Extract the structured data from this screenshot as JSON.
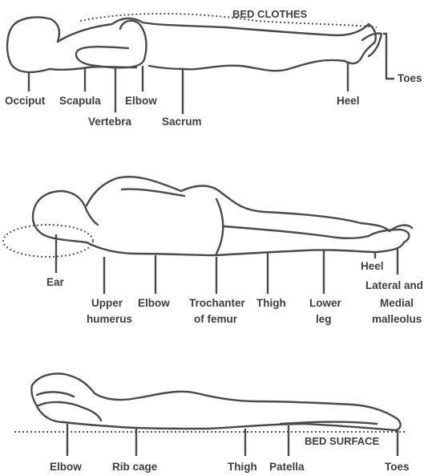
{
  "supine": {
    "caption": "BED CLOTHES",
    "labels": {
      "occiput": "Occiput",
      "scapula": "Scapula",
      "vertebra": "Vertebra",
      "elbow": "Elbow",
      "sacrum": "Sacrum",
      "heel": "Heel",
      "toes": "Toes"
    }
  },
  "lateral": {
    "labels": {
      "ear": "Ear",
      "upper_humerus_1": "Upper",
      "upper_humerus_2": "humerus",
      "elbow": "Elbow",
      "trochanter_1": "Trochanter",
      "trochanter_2": "of femur",
      "thigh": "Thigh",
      "lower_leg_1": "Lower",
      "lower_leg_2": "leg",
      "heel": "Heel",
      "malleolus_1": "Lateral and",
      "malleolus_2": "Medial",
      "malleolus_3": "malleolus"
    }
  },
  "prone": {
    "caption": "BED SURFACE",
    "labels": {
      "elbow": "Elbow",
      "rib_cage": "Rib cage",
      "thigh": "Thigh",
      "patella": "Patella",
      "toes": "Toes"
    }
  }
}
